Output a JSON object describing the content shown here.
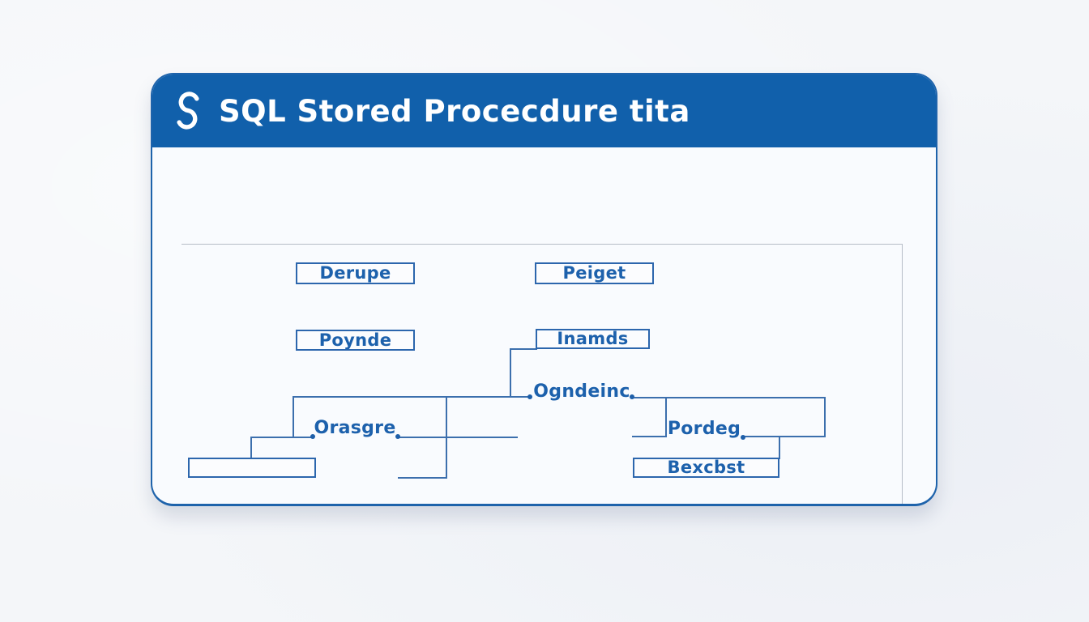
{
  "window": {
    "header": {
      "title": "SQL Stored Procecdure tita",
      "logo_icon": "s-logo"
    }
  },
  "diagram": {
    "nodes": {
      "derupe": {
        "label": "Derupe",
        "shape": "box"
      },
      "peiget": {
        "label": "Peiget",
        "shape": "box"
      },
      "poynde": {
        "label": "Poynde",
        "shape": "box"
      },
      "inamds": {
        "label": "Inamds",
        "shape": "box"
      },
      "bexcbst": {
        "label": "Bexcbst",
        "shape": "box"
      },
      "empty_box": {
        "label": "",
        "shape": "box"
      },
      "ogndeinc": {
        "label": "Ogndeinc",
        "shape": "text"
      },
      "orasgre": {
        "label": "Orasgre",
        "shape": "text"
      },
      "pordeg": {
        "label": "Pordeg",
        "shape": "text"
      }
    },
    "edges": [
      {
        "from": "Inamds",
        "to": "Ogndeinc",
        "marker": "dot"
      },
      {
        "from": "Orasgre",
        "to": "Ogndeinc",
        "marker": "dot"
      },
      {
        "from": "Orasgre",
        "to": "empty_box",
        "marker": "dot"
      },
      {
        "from": "Ogndeinc",
        "to": "Pordeg",
        "marker": "dot"
      },
      {
        "from": "Pordeg",
        "to": "Bexcbst",
        "marker": "dot"
      }
    ],
    "colors": {
      "header_bg": "#1160ab",
      "header_text": "#ffffff",
      "node_border": "#2c66ad",
      "node_text": "#1d61ac",
      "connector": "#3c6fad",
      "card_bg": "#f9fbfe",
      "page_bg": "#f4f6f9",
      "frame_border": "#b6bcc7"
    }
  }
}
